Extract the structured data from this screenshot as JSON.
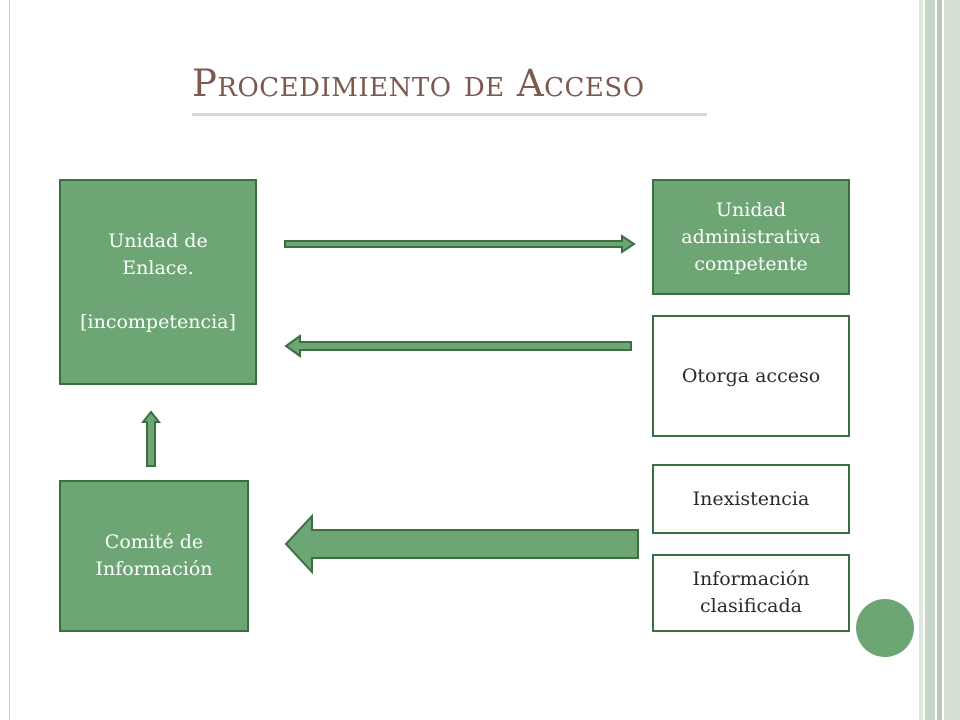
{
  "title": "Procedimiento de Acceso",
  "boxes": {
    "unidad_enlace": "Unidad de\nEnlace.\n\n[incompetencia]",
    "comite": "Comité de\nInformación",
    "unidad_admin": "Unidad\nadministrativa\ncompetente",
    "otorga": "Otorga acceso",
    "inexistencia": "Inexistencia",
    "clasificada": "Información\nclasificada"
  },
  "colors": {
    "accent_green": "#6ea574",
    "dark_green": "#3b6e41",
    "title_color": "#7b5a50"
  }
}
